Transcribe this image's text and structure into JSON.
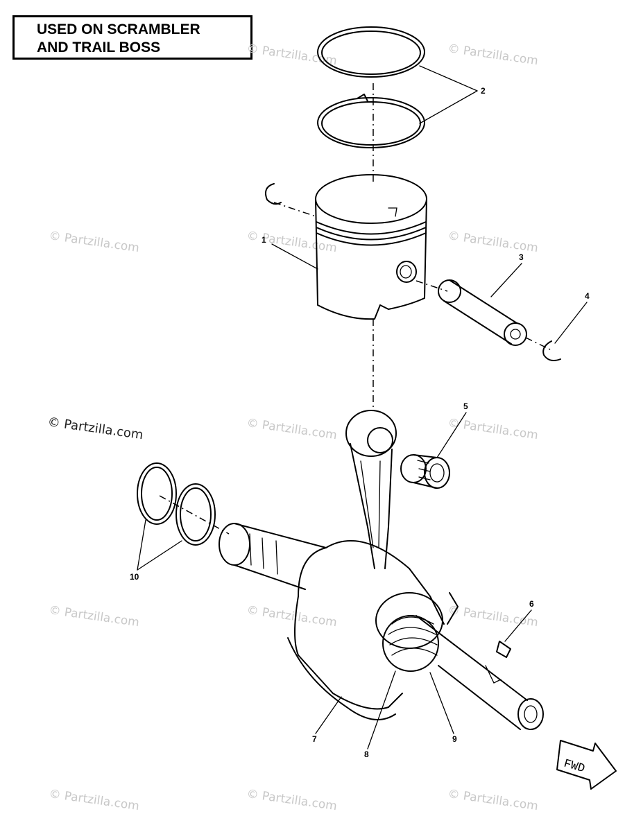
{
  "note": {
    "line1": "USED ON SCRAMBLER",
    "line2": "AND TRAIL BOSS"
  },
  "callouts": [
    "1",
    "2",
    "3",
    "4",
    "5",
    "6",
    "7",
    "8",
    "9",
    "10"
  ],
  "fwd_label": "FWD",
  "watermark": "© Partzilla.com"
}
